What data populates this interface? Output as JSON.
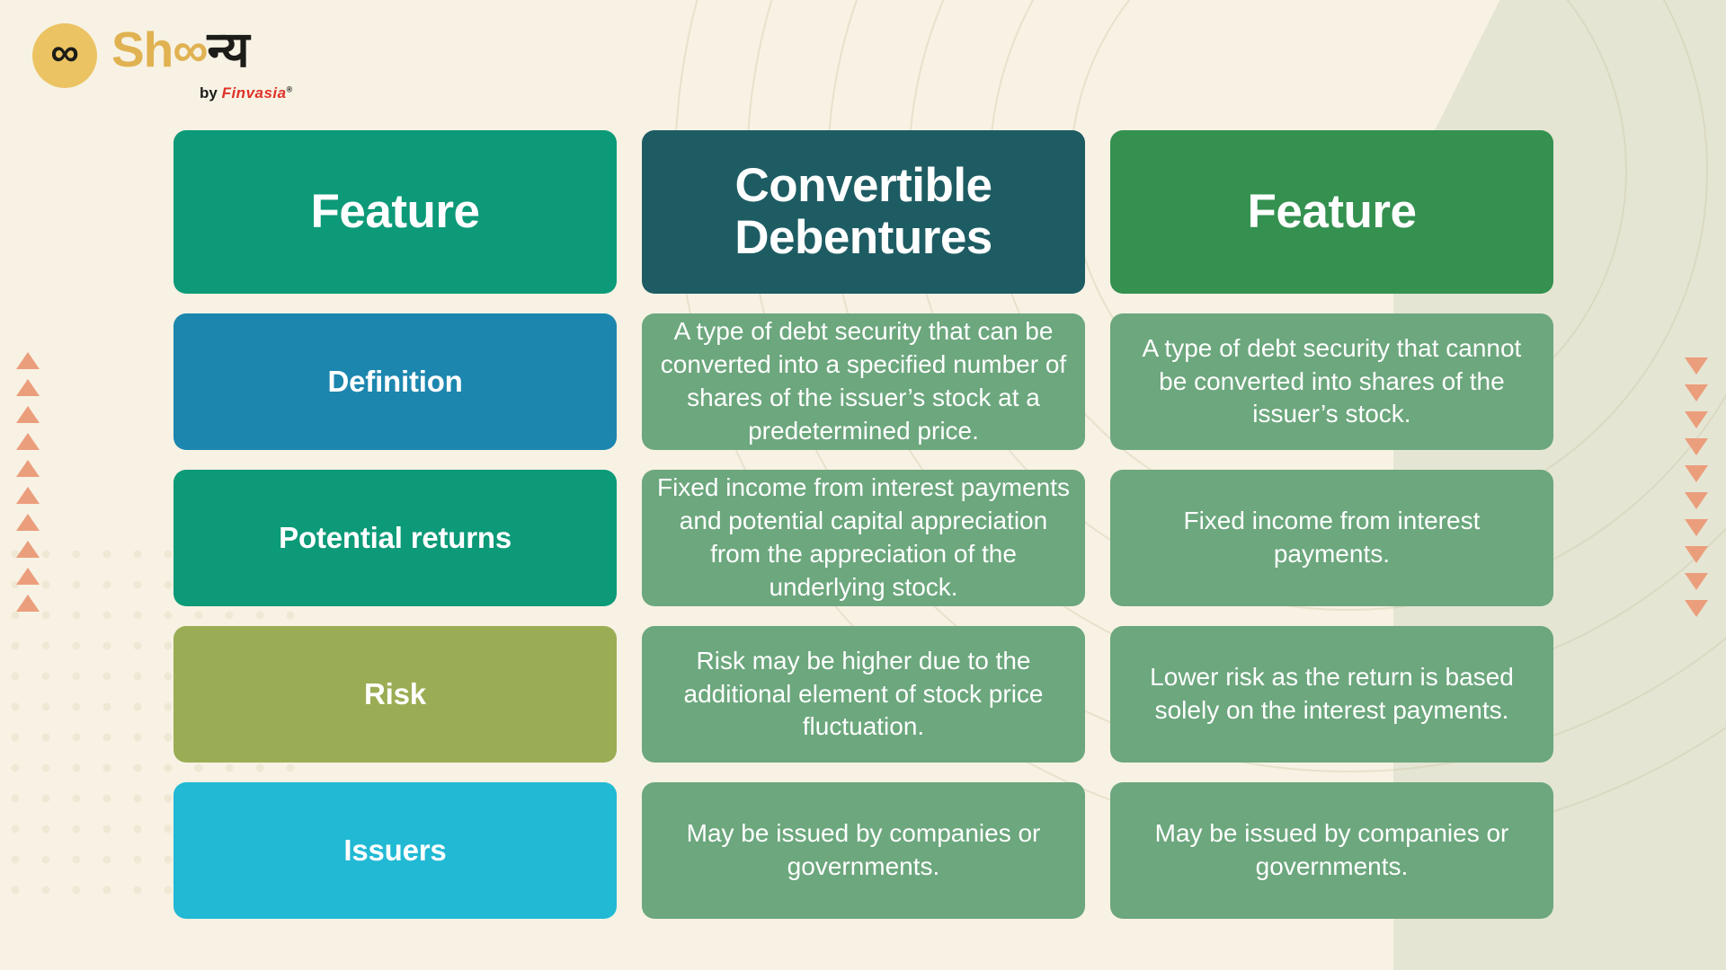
{
  "brand": {
    "logo_mark_icon": "infinity-icon",
    "name_prefix": "Sh",
    "name_suffix": "न्य",
    "name_full": "Shoonya",
    "byline_prefix": "by",
    "byline_brand": "Finvasia",
    "byline_registered": "®"
  },
  "colors": {
    "page_background": "#F7F2E4",
    "header_left": "#0C9A78",
    "header_middle": "#1E5C63",
    "header_right": "#349150",
    "label_definition": "#1C86AF",
    "label_potential_returns": "#0C9A78",
    "label_risk": "#9BAD54",
    "label_issuers": "#21B9D4",
    "content_cell": "#6CA77D",
    "accent_triangle": "#EB9E7C",
    "logo_gold": "#EBC362",
    "logo_red": "#E03127",
    "text_on_fill": "#FFFFFF"
  },
  "table": {
    "headers": [
      {
        "label": "Feature",
        "color_key": "header_left"
      },
      {
        "label": "Convertible Debentures",
        "color_key": "header_middle"
      },
      {
        "label": "Feature",
        "color_key": "header_right"
      }
    ],
    "rows": [
      {
        "label": "Definition",
        "label_color": "#1C86AF",
        "convertible": "A type of debt security that can be converted into a specified number of shares of the issuer’s stock at a predetermined price.",
        "other": "A type of debt security that cannot be converted into shares of the issuer’s stock."
      },
      {
        "label": "Potential returns",
        "label_color": "#0C9A78",
        "convertible": "Fixed income from interest payments and potential capital appreciation from the appreciation of the underlying stock.",
        "other": "Fixed income from interest payments."
      },
      {
        "label": "Risk",
        "label_color": "#9BAD54",
        "convertible": "Risk may be higher due to the additional element of stock price fluctuation.",
        "other": "Lower risk as the return is based solely on the interest payments."
      },
      {
        "label": "Issuers",
        "label_color": "#21B9D4",
        "convertible": "May be issued by companies or governments.",
        "other": "May be issued by companies or governments."
      }
    ]
  },
  "decorations": {
    "left_triangles_icon": "triangle-up-icon",
    "left_triangle_count": 10,
    "right_triangles_icon": "triangle-down-icon",
    "right_triangle_count": 10,
    "arc_rings_icon": "concentric-arcs-decoration",
    "dot_grid_icon": "dot-grid-decoration"
  }
}
